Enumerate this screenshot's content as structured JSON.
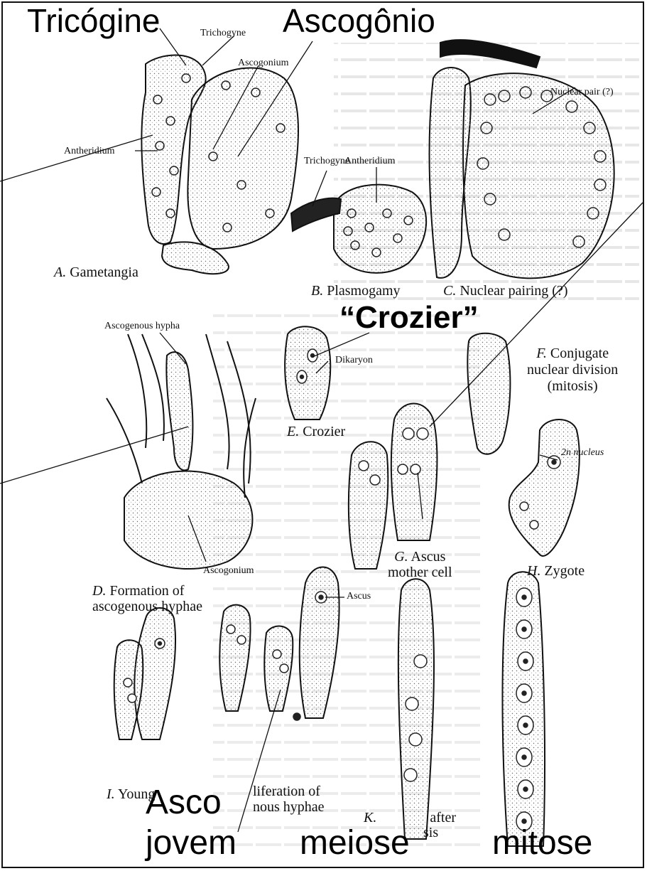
{
  "overlay_labels": {
    "tricogine": "Tricógine",
    "ascogonio": "Ascogônio",
    "crozier": "“Crozier”",
    "asco": "Asco",
    "jovem": "jovem",
    "meiose": "meiose",
    "mitose": "mitose"
  },
  "figure_labels": {
    "trichogyne_a": "Trichogyne",
    "ascogonium_a": "Ascogonium",
    "antheridium_a": "Antheridium",
    "trichogyne_b": "Trichogyne",
    "antheridium_b": "Antheridium",
    "nuclear_pair": "Nuclear pair (?)",
    "ascogenous_hypha": "Ascogenous hypha",
    "dikaryon": "Dikaryon",
    "ascogonium_d": "Ascogonium",
    "ascus": "Ascus",
    "two_n_nucleus": "2n nucleus"
  },
  "captions": {
    "a_letter": "A.",
    "a_text": "Gametangia",
    "b_letter": "B.",
    "b_text": "Plasmogamy",
    "c_letter": "C.",
    "c_text": "Nuclear pairing (?)",
    "d_letter": "D.",
    "d_text1": "Formation of",
    "d_text2": "ascogenous hyphae",
    "e_letter": "E.",
    "e_text": "Crozier",
    "f_letter": "F.",
    "f_text1": "Conjugate",
    "f_text2": "nuclear division",
    "f_text3": "(mitosis)",
    "g_letter": "G.",
    "g_text1": "Ascus",
    "g_text2": "mother cell",
    "h_letter": "H.",
    "h_text": "Zygote",
    "i_letter": "I.",
    "i_text": "Young",
    "j_text1": "liferation of",
    "j_text2": "nous hyphae",
    "k_letter": "K.",
    "k_text": "after",
    "k_text2": "sis"
  },
  "colors": {
    "ink": "#111111",
    "stipple": "#555555",
    "background": "#ffffff"
  }
}
